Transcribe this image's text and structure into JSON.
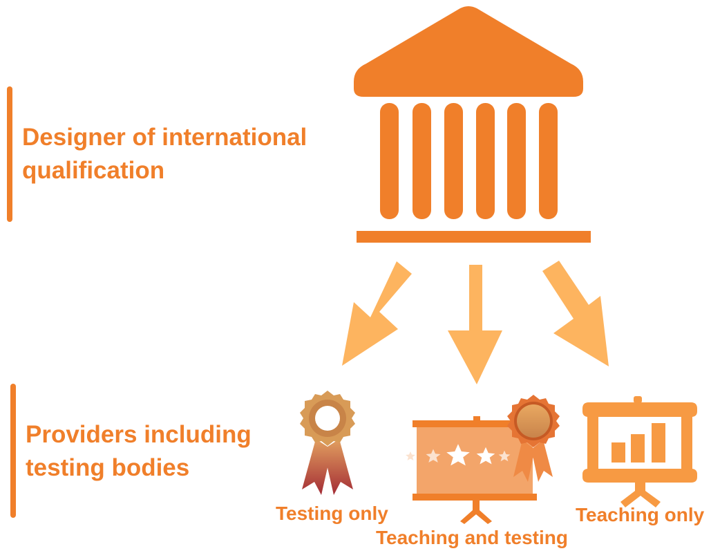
{
  "sections": {
    "designer": {
      "line1": "Designer of international",
      "line2": "qualification"
    },
    "providers": {
      "line1": "Providers including",
      "line2": "testing bodies"
    }
  },
  "captions": {
    "testing_only": "Testing only",
    "teaching_and_testing": "Teaching and testing",
    "teaching_only": "Teaching only"
  },
  "icons": {
    "institution": "institution-building-icon",
    "arrows": "down-arrow-icon",
    "testing_only": "ribbon-award-icon",
    "teaching_and_testing": "presentation-board-with-award-icon",
    "teaching_only": "presentation-board-chart-icon"
  },
  "colors": {
    "primary": "#f07f2a",
    "arrow": "#fdb45f",
    "board_light": "#f3a56a",
    "ribbon_dark": "#a83035",
    "medal_gold": "#d9a25a"
  }
}
